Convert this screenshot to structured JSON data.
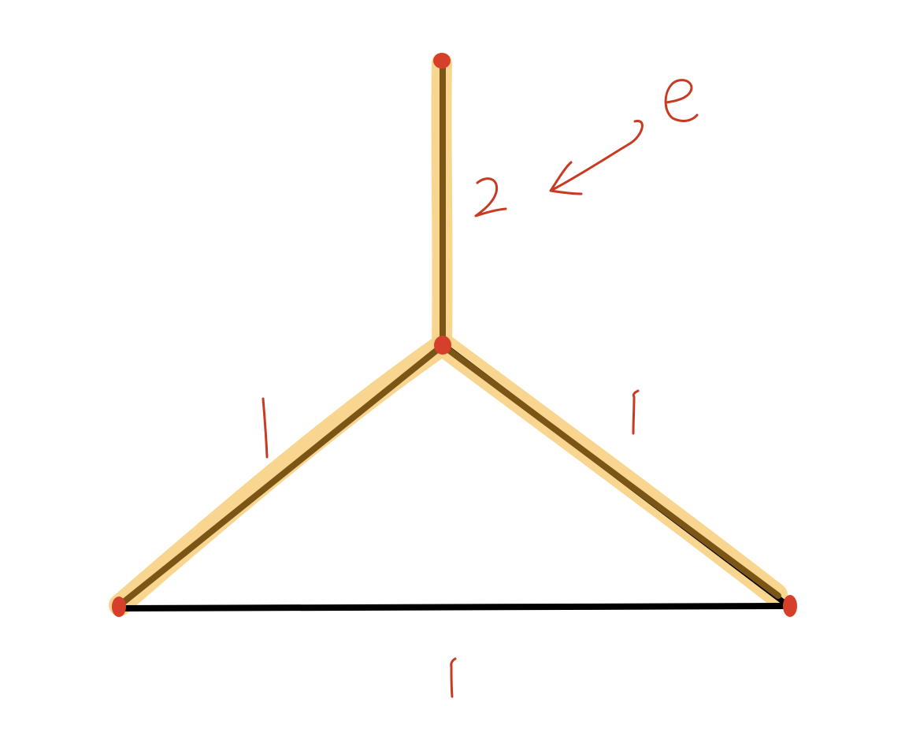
{
  "colors": {
    "background": "#ffffff",
    "highlight": "#f8d48a",
    "edge_highlighted": "#7a5516",
    "edge_plain": "#000000",
    "vertex": "#d6402a",
    "annotation": "#c93a22"
  },
  "graph": {
    "vertices": [
      "top",
      "center",
      "left",
      "right"
    ],
    "edges": [
      {
        "from": "top",
        "to": "center",
        "label": "2",
        "highlighted": true
      },
      {
        "from": "center",
        "to": "left",
        "label": "1",
        "highlighted": true
      },
      {
        "from": "center",
        "to": "right",
        "label": "1",
        "highlighted": true
      },
      {
        "from": "left",
        "to": "right",
        "label": "1",
        "highlighted": false
      }
    ]
  },
  "annotations": {
    "symbol": "e"
  }
}
